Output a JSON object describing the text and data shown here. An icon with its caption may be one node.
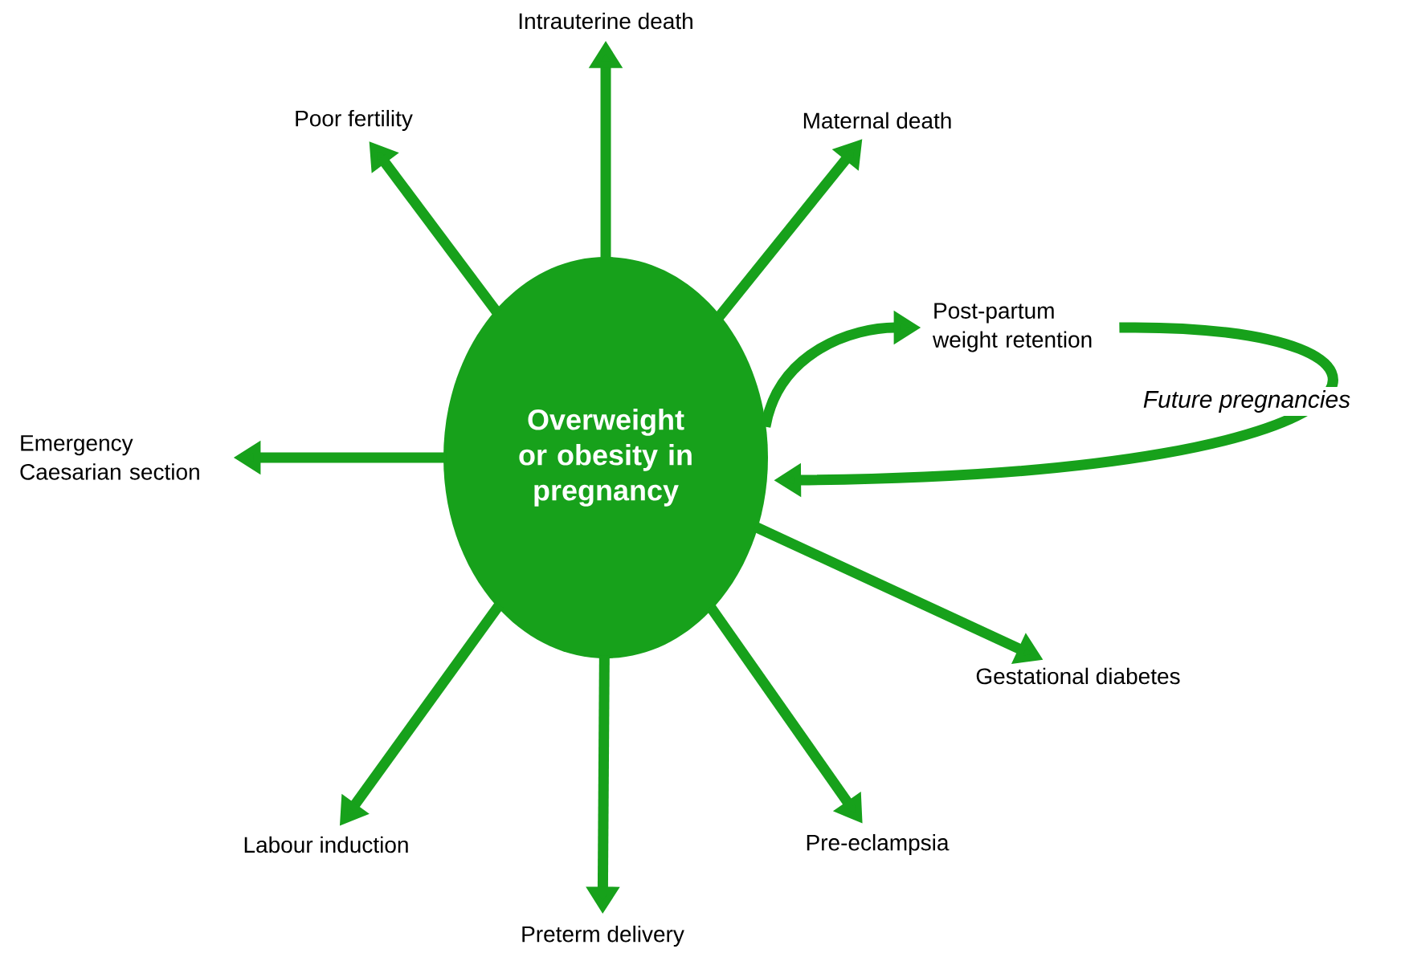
{
  "diagram": {
    "nodes": [
      {
        "text": [
          "Overweight or obesity in pregnancy"
        ]
      },
      {
        "text": [
          "Intrauterine death"
        ]
      },
      {
        "text": [
          "Poor fertility"
        ]
      },
      {
        "text": [
          "Maternal death"
        ]
      },
      {
        "text": [
          "Post-partum weight retention"
        ]
      },
      {
        "text": [
          "Emergency Caesarian section"
        ]
      },
      {
        "text": [
          "Gestational diabetes"
        ]
      },
      {
        "text": [
          "Labour induction"
        ]
      },
      {
        "text": [
          "Preterm delivery"
        ]
      },
      {
        "text": [
          "Pre-eclampsia"
        ]
      }
    ],
    "edges": [
      {
        "from": 0,
        "to": 1,
        "arrow": "to"
      },
      {
        "from": 0,
        "to": 2,
        "arrow": "to"
      },
      {
        "from": 0,
        "to": 3,
        "arrow": "to"
      },
      {
        "from": 0,
        "to": 4,
        "arrow": "to"
      },
      {
        "from": 4,
        "to": 0,
        "arrow": "to",
        "label": "Future pregnancies"
      },
      {
        "from": 0,
        "to": 5,
        "arrow": "to"
      },
      {
        "from": 0,
        "to": 6,
        "arrow": "to"
      },
      {
        "from": 0,
        "to": 7,
        "arrow": "to"
      },
      {
        "from": 0,
        "to": 8,
        "arrow": "to"
      },
      {
        "from": 0,
        "to": 9,
        "arrow": "to"
      }
    ]
  }
}
